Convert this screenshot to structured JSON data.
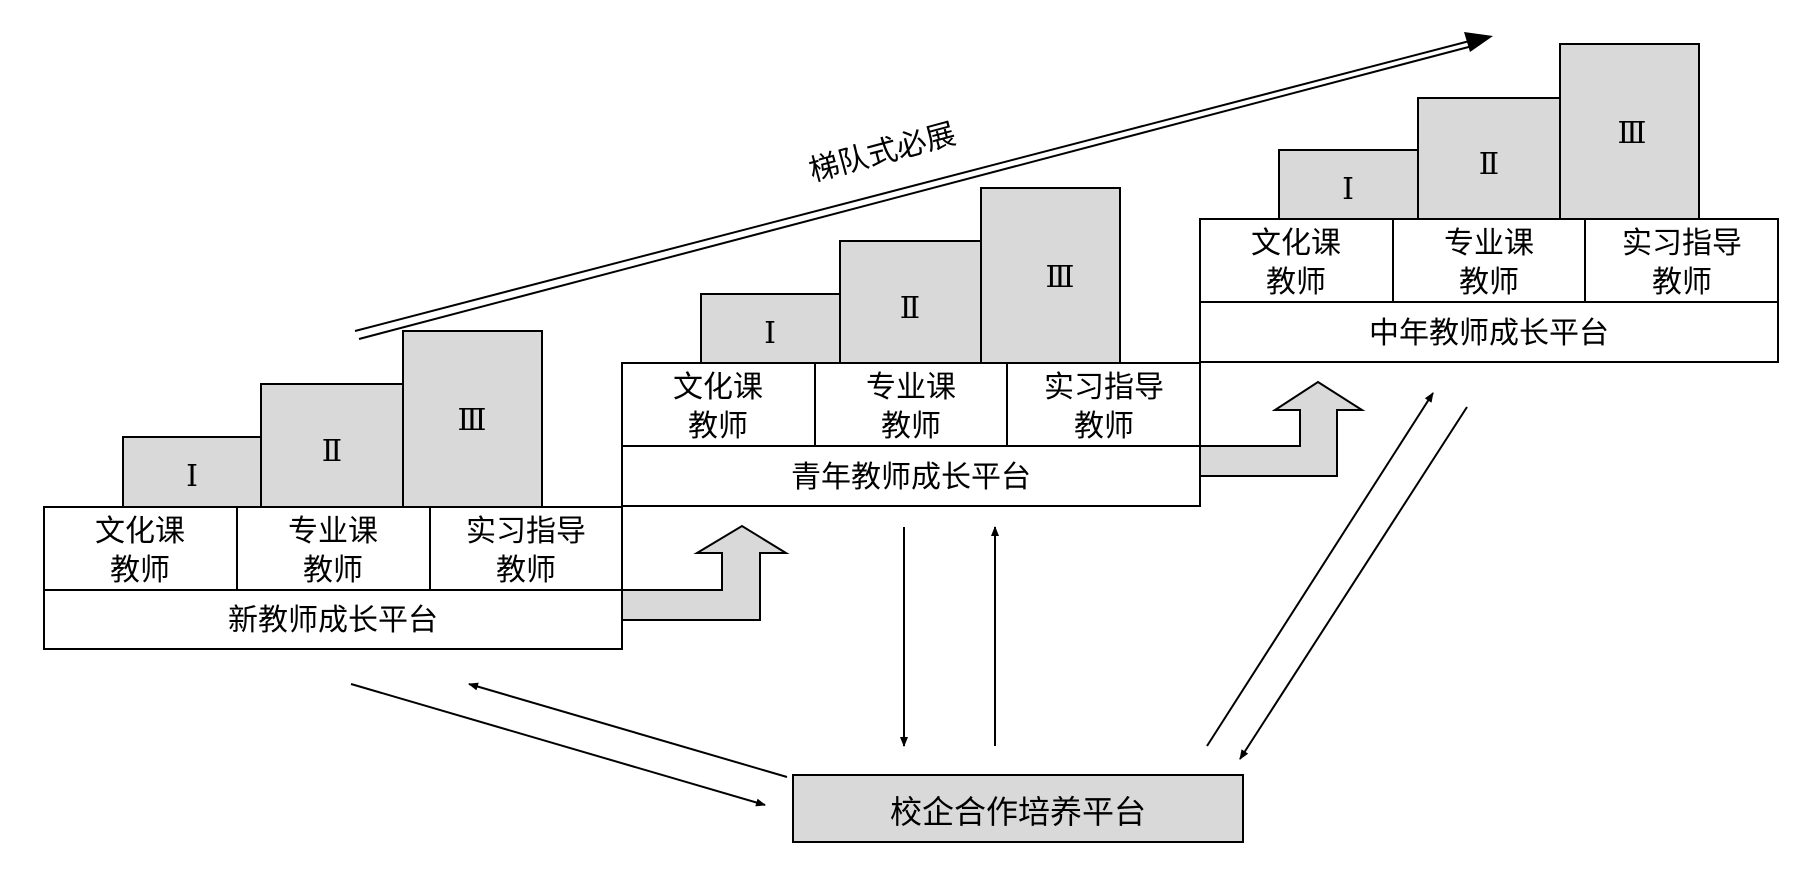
{
  "progression_label": "梯队式必展",
  "levels": [
    "Ⅰ",
    "Ⅱ",
    "Ⅲ"
  ],
  "roles": [
    {
      "line1": "文化课",
      "line2": "教师"
    },
    {
      "line1": "专业课",
      "line2": "教师"
    },
    {
      "line1": "实习指导",
      "line2": "教师"
    }
  ],
  "platforms": [
    {
      "name": "新教师成长平台"
    },
    {
      "name": "青年教师成长平台"
    },
    {
      "name": "中年教师成长平台"
    }
  ],
  "cooperation_platform": "校企合作培养平台",
  "colors": {
    "box_fill": "#d9d9d9",
    "stroke": "#000000",
    "background": "#ffffff"
  }
}
